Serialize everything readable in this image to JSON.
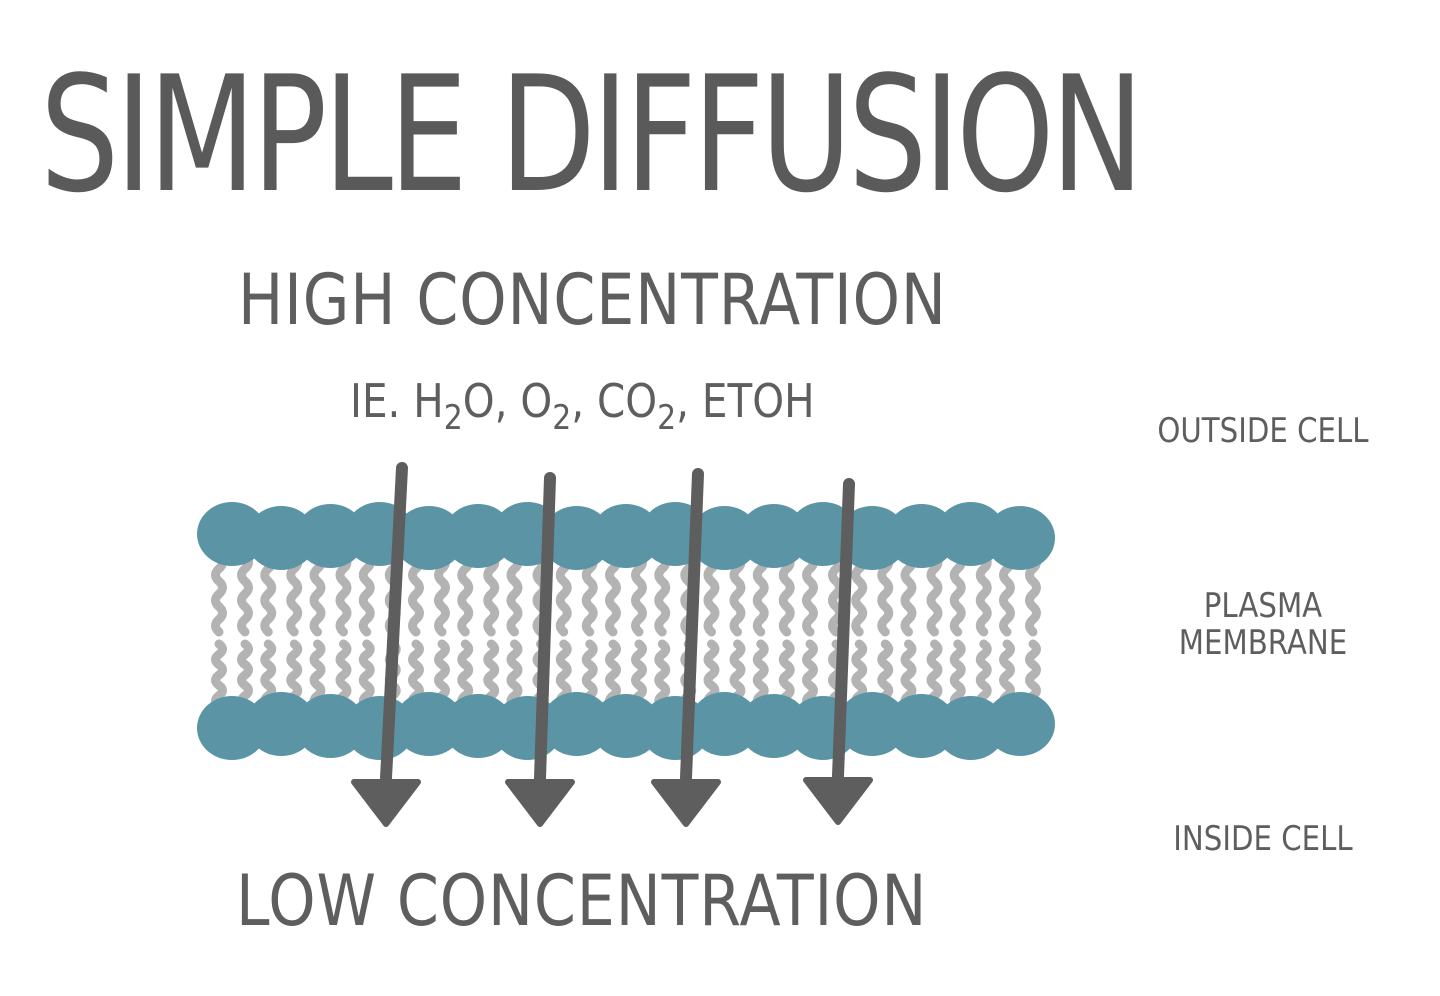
{
  "title": "SIMPLE DIFFUSION",
  "high_label": "HIGH CONCENTRATION",
  "low_label": "LOW CONCENTRATION",
  "examples": {
    "prefix": "IE. H",
    "h2o_sub": "2",
    "o2_text": "O, O",
    "o2_sub": "2",
    "co2_text": ", CO",
    "co2_sub": "2",
    "suffix": ", ETOH"
  },
  "side_labels": {
    "outside": "OUTSIDE CELL",
    "membrane_line1": "PLASMA",
    "membrane_line2": "MEMBRANE",
    "inside": "INSIDE CELL"
  },
  "colors": {
    "head": "#5b95a5",
    "tail": "#b3b3b3",
    "arrow": "#5e5e5e",
    "text": "#5e5e5e"
  },
  "icons": [
    "phospholipid-head-icon",
    "lipid-tail-icon",
    "down-arrow-icon"
  ]
}
